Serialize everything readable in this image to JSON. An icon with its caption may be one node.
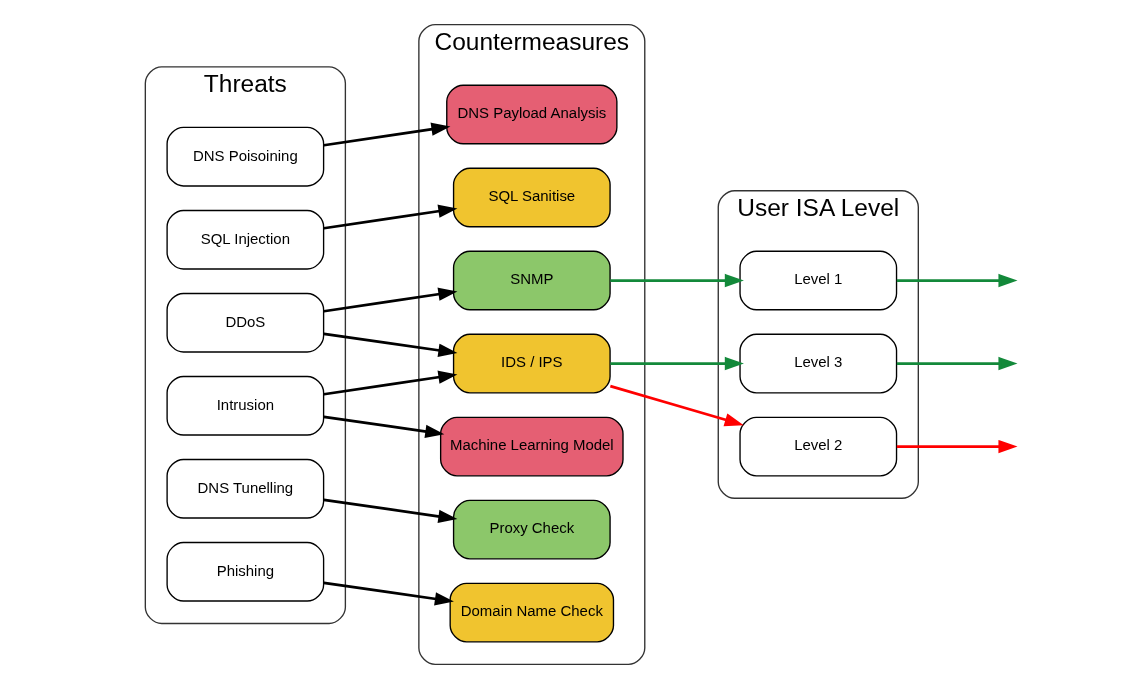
{
  "diagram": {
    "nodes": [
      {
        "text": [
          "Threats"
        ]
      },
      {
        "text": [
          "DDoS"
        ],
        "in": 0
      },
      {
        "text": [
          "DNS Poisoining"
        ],
        "in": 0
      },
      {
        "text": [
          "SQL Injection"
        ],
        "in": 0
      },
      {
        "text": [
          "DNS Tunelling"
        ],
        "in": 0
      },
      {
        "text": [
          "Intrusion"
        ],
        "in": 0
      },
      {
        "text": [
          "Phishing"
        ],
        "in": 0
      },
      {
        "text": [
          "Countermeasures"
        ]
      },
      {
        "text": [
          "Proxy Check"
        ],
        "in": 7
      },
      {
        "text": [
          "SNMP"
        ],
        "in": 7
      },
      {
        "text": [
          "DNS Payload Analysis"
        ],
        "in": 7
      },
      {
        "text": [
          "SQL Sanitise"
        ],
        "in": 7
      },
      {
        "text": [
          "IDS / IPS"
        ],
        "in": 7
      },
      {
        "text": [
          "Domain Name Check"
        ],
        "in": 7
      },
      {
        "text": [
          "Machine Learning Model"
        ],
        "in": 7
      },
      {
        "text": [
          "User ISA Level"
        ]
      },
      {
        "text": [
          "Level 1"
        ],
        "in": 15
      },
      {
        "text": [
          "Level 2"
        ],
        "in": 15
      },
      {
        "text": [
          "Level 3"
        ],
        "in": 15
      }
    ],
    "edges": [
      {
        "from": 1,
        "to": 9,
        "arrow": "to"
      },
      {
        "from": 1,
        "to": 12,
        "arrow": "to"
      },
      {
        "from": 2,
        "to": 10,
        "arrow": "to"
      },
      {
        "from": 3,
        "to": 11,
        "arrow": "to"
      },
      {
        "from": 4,
        "to": 8,
        "arrow": "to"
      },
      {
        "from": 5,
        "to": 12,
        "arrow": "to"
      },
      {
        "from": 5,
        "to": 14,
        "arrow": "to"
      },
      {
        "from": 6,
        "to": 13,
        "arrow": "to"
      },
      {
        "from": 9,
        "to": 16,
        "arrow": "to",
        "color": "#13893a"
      },
      {
        "from": 12,
        "to": 17,
        "arrow": "to",
        "color": "#ff0000"
      },
      {
        "from": 12,
        "to": 18,
        "arrow": "to",
        "color": "#13893a"
      },
      {
        "from": 16,
        "to": null,
        "arrow": "to",
        "color": "#13893a"
      },
      {
        "from": 17,
        "to": null,
        "arrow": "to",
        "color": "#ff0000"
      },
      {
        "from": 18,
        "to": null,
        "arrow": "to",
        "color": "#13893a"
      }
    ]
  }
}
